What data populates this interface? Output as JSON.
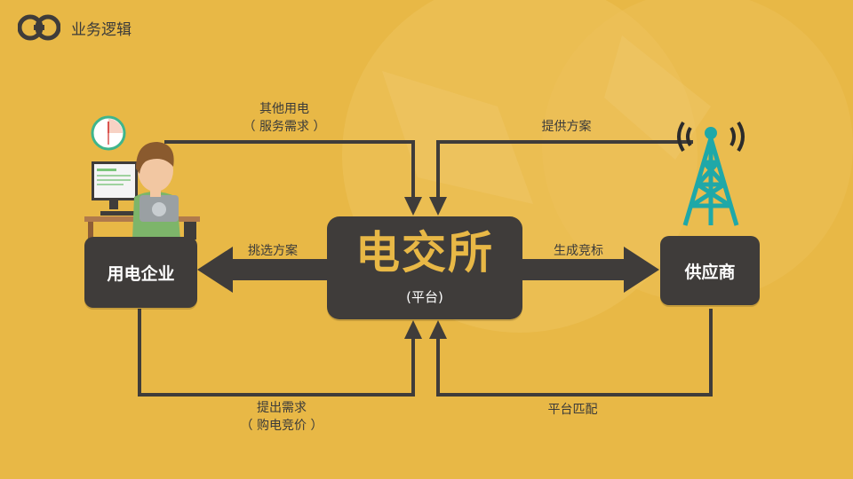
{
  "header": {
    "title": "业务逻辑"
  },
  "nodes": {
    "user": {
      "label": "用电企业"
    },
    "center": {
      "title": "电交所",
      "subtitle": "(平台)"
    },
    "supplier": {
      "label": "供应商"
    }
  },
  "edges": {
    "top_left": {
      "line1": "其他用电",
      "line2": "（ 服务需求 ）"
    },
    "top_right": {
      "line1": "提供方案"
    },
    "mid_left": {
      "line1": "挑选方案"
    },
    "mid_right": {
      "line1": "生成竞标"
    },
    "bottom_left": {
      "line1": "提出需求",
      "line2": "（ 购电竞价 ）"
    },
    "bottom_right": {
      "line1": "平台匹配"
    }
  },
  "colors": {
    "background": "#E8B846",
    "box": "#3F3C3A",
    "accent_text": "#E8B846",
    "tower": "#1FA8A8",
    "line": "#3F3C3A"
  },
  "icons": [
    "company-logo-icon",
    "clock-icon",
    "office-worker-icon",
    "signal-tower-icon"
  ]
}
